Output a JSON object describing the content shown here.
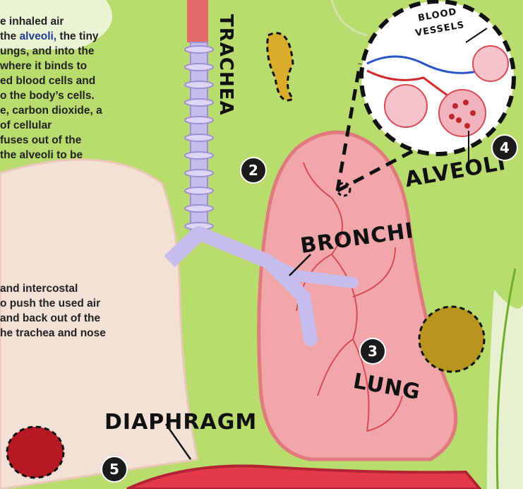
{
  "text": {
    "lines": [
      "e inhaled air",
      "the ",
      "ungs, and into the",
      "where it binds to",
      "ed blood cells and",
      "o the body’s cells.",
      "e, carbon dioxide, a",
      "of cellular",
      "fuses out of the",
      "the alveoli to be"
    ],
    "line2_bold": "alveoli,",
    "line2_tail": " the tiny",
    "lines_b": [
      "and intercostal",
      "o push the used air",
      " and back out of the",
      "he trachea and nose"
    ]
  },
  "labels": {
    "trachea": "TRACHEA",
    "bronchi": "BRONCHI",
    "alveoli": "ALVEOLI",
    "lung": "LUNG",
    "diaphragm": "DIAPHRAGM",
    "blood_vessels_1": "BLOOD",
    "blood_vessels_2": "VESSELS"
  },
  "badges": {
    "b2": "2",
    "b3": "3",
    "b4": "4",
    "b5": "5"
  },
  "colors": {
    "background": "#b9dc6e",
    "lung": "#f1a7a9",
    "lung_outline": "#e07a7f",
    "trachea": "#bfb3e6",
    "emphasis": "#1e3f8f"
  }
}
